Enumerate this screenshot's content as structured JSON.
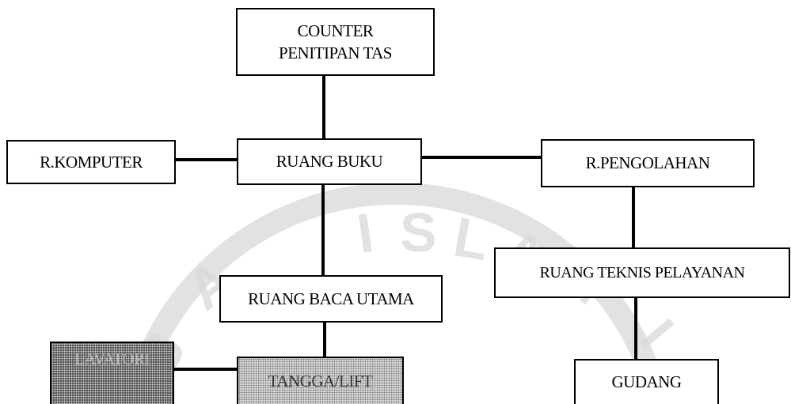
{
  "diagram": {
    "nodes": {
      "counter": {
        "line1": "COUNTER",
        "line2": "PENITIPAN TAS"
      },
      "komputer": {
        "label": "R.KOMPUTER"
      },
      "ruang_buku": {
        "label": "RUANG BUKU"
      },
      "pengolahan": {
        "label": "R.PENGOLAHAN"
      },
      "teknis": {
        "label": "RUANG TEKNIS PELAYANAN"
      },
      "baca_utama": {
        "label": "RUANG BACA UTAMA"
      },
      "gudang": {
        "label": "GUDANG"
      },
      "tangga": {
        "label": "TANGGA/LIFT"
      },
      "partial_left": {
        "label": "LAVATORI"
      }
    },
    "watermark": {
      "text": "ISLAM"
    }
  }
}
